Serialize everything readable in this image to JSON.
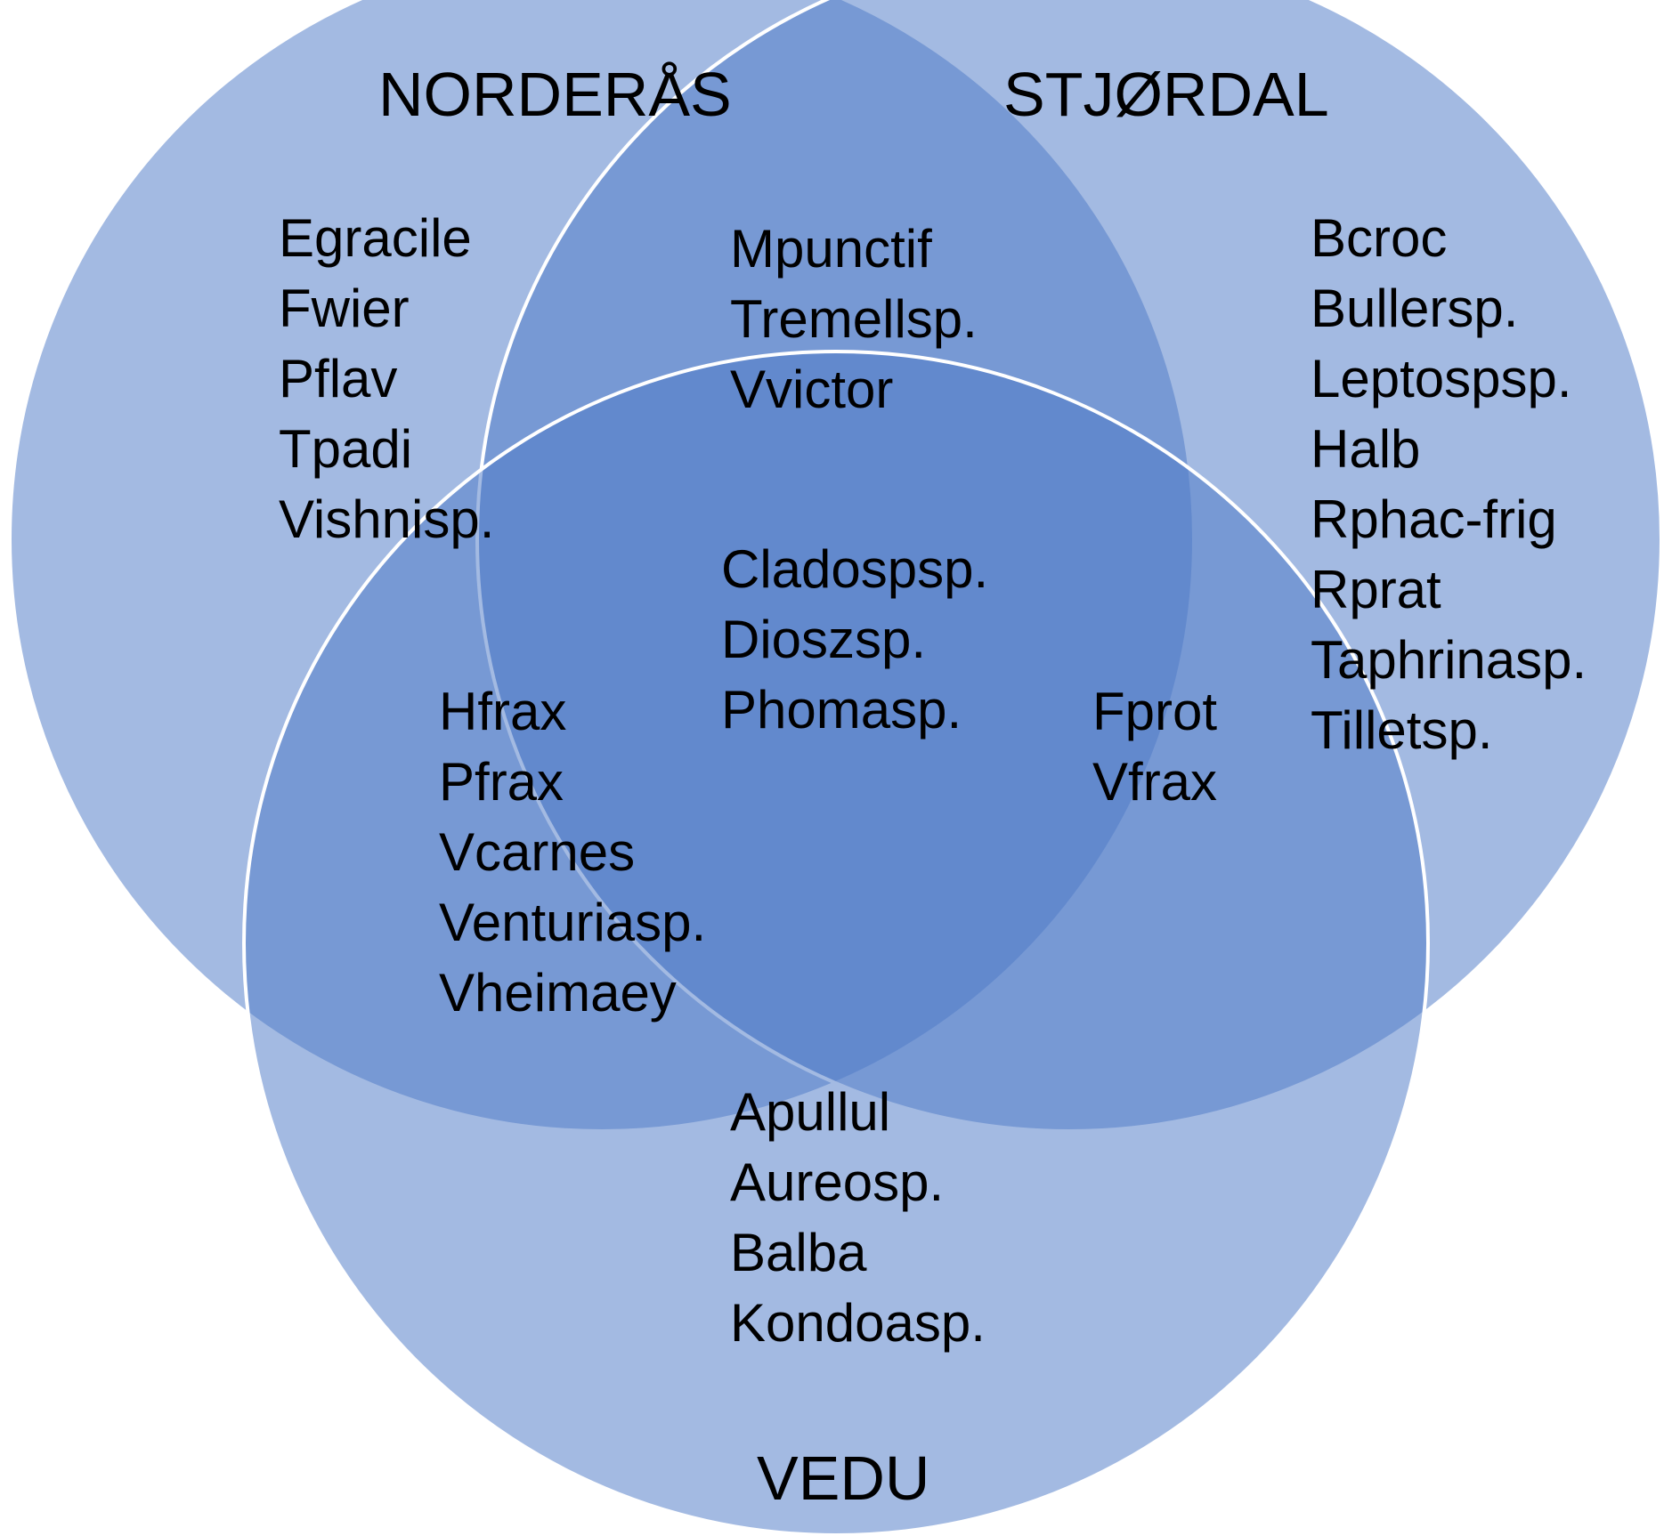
{
  "colors": {
    "circle_fill": "#4f7ac8",
    "circle_stroke": "#ffffff",
    "background": "#ffffff"
  },
  "sets": {
    "norderas": "NORDERÅS",
    "stjordal": "STJØRDAL",
    "vedu": "VEDU"
  },
  "regions": {
    "norderas_only": [
      "Egracile",
      "Fwier",
      "Pflav",
      "Tpadi",
      "Vishnisp."
    ],
    "norderas_stjordal": [
      "Mpunctif",
      "Tremellsp.",
      "Vvictor"
    ],
    "stjordal_only": [
      "Bcroc",
      "Bullersp.",
      "Leptospsp.",
      "Halb",
      "Rphac-frig",
      "Rprat",
      "Taphrinasp.",
      "Tilletsp."
    ],
    "all_three": [
      "Cladospsp.",
      "Dioszsp.",
      "Phomasp."
    ],
    "norderas_vedu": [
      "Hfrax",
      "Pfrax",
      "Vcarnes",
      "Venturiasp.",
      "Vheimaey"
    ],
    "stjordal_vedu": [
      "Fprot",
      "Vfrax"
    ],
    "vedu_only": [
      "Apullul",
      "Aureosp.",
      "Balba",
      "Kondoasp."
    ]
  }
}
